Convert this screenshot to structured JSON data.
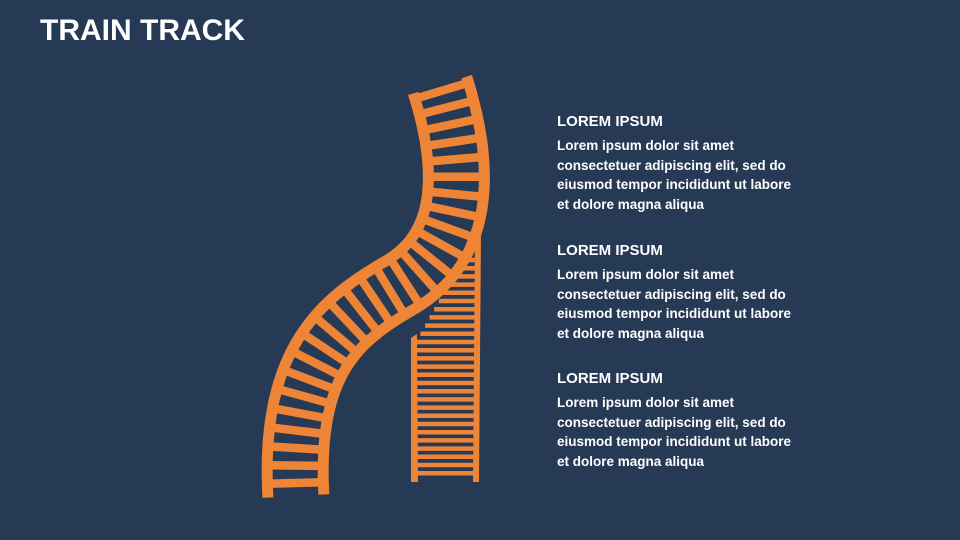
{
  "title": "TRAIN TRACK",
  "colors": {
    "background": "#273a55",
    "track": "#ee8436",
    "text": "#ffffff"
  },
  "blocks": [
    {
      "heading": "LOREM IPSUM",
      "body": "Lorem ipsum dolor sit amet consectetuer adipiscing elit, sed do eiusmod tempor incididunt ut labore et dolore magna aliqua"
    },
    {
      "heading": "LOREM IPSUM",
      "body": "Lorem ipsum dolor sit amet consectetuer adipiscing elit, sed do eiusmod tempor incididunt ut labore et dolore magna aliqua"
    },
    {
      "heading": "LOREM IPSUM",
      "body": "Lorem ipsum dolor sit amet consectetuer adipiscing elit, sed do eiusmod tempor incididunt ut labore et dolore magna aliqua"
    }
  ]
}
